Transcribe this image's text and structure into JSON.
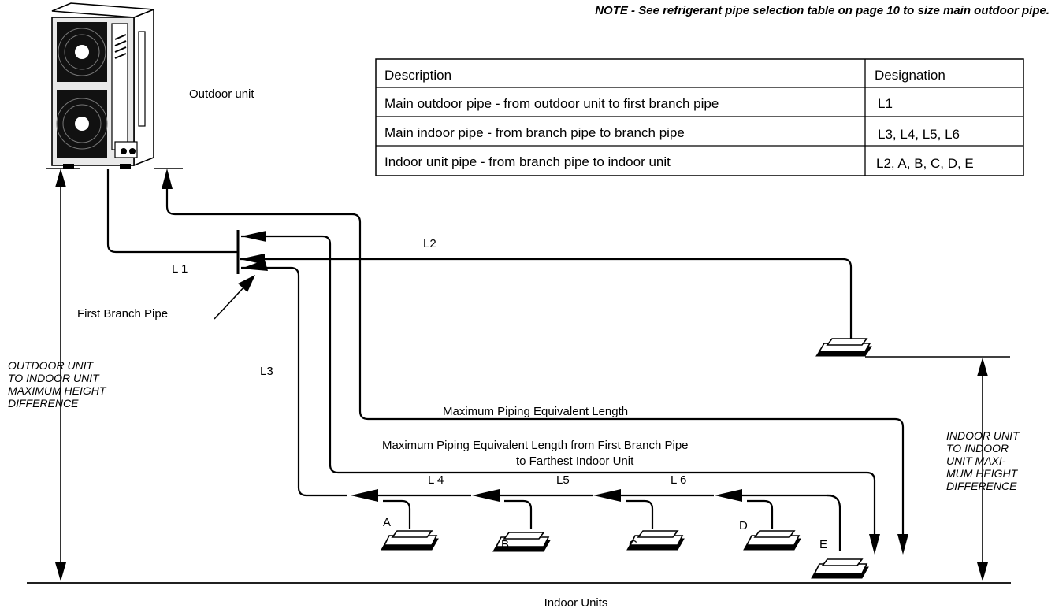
{
  "note": "NOTE - See refrigerant pipe selection table on page 10 to size main outdoor pipe.",
  "table": {
    "header": [
      "Description",
      "Designation"
    ],
    "rows": [
      [
        "Main outdoor pipe - from outdoor unit to first branch pipe",
        "L1"
      ],
      [
        "Main indoor pipe - from branch pipe to branch pipe",
        "L3, L4, L5, L6"
      ],
      [
        "Indoor unit pipe - from branch pipe to indoor unit",
        "L2, A, B, C, D, E"
      ]
    ]
  },
  "labels": {
    "outdoor_unit": "Outdoor unit",
    "l1": "L 1",
    "l2": "L2",
    "l3": "L3",
    "l4": "L 4",
    "l5": "L5",
    "l6": "L 6",
    "first_branch_pipe": "First Branch Pipe",
    "max_piping": "Maximum Piping Equivalent Length",
    "max_piping_branch_1": "Maximum Piping Equivalent Length from First Branch Pipe",
    "max_piping_branch_2": "to Farthest Indoor Unit",
    "indoor_units": "Indoor Units",
    "unit_a": "A",
    "unit_b": "B",
    "unit_c": "C",
    "unit_d": "D",
    "unit_e": "E"
  },
  "height_labels": {
    "outdoor_to_indoor": [
      "OUTDOOR UNIT",
      "TO INDOOR UNIT",
      "MAXIMUM HEIGHT",
      "DIFFERENCE"
    ],
    "indoor_to_indoor": [
      "INDOOR UNIT",
      "TO INDOOR",
      "UNIT MAXI-",
      "MUM HEIGHT",
      "DIFFERENCE"
    ]
  }
}
